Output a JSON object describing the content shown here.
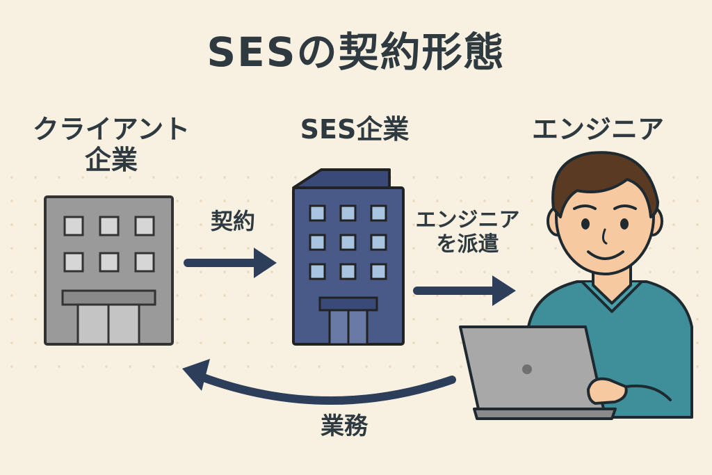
{
  "title": "SESの契約形態",
  "labels": {
    "client_line1": "クライアント",
    "client_line2": "企業",
    "ses": "SES企業",
    "engineer": "エンジニア",
    "contract": "契約",
    "dispatch_line1": "エンジニア",
    "dispatch_line2": "を派遣",
    "work": "業務"
  },
  "colors": {
    "background": "#f8f1e2",
    "text": "#2e3a40",
    "arrow": "#2c3e5a",
    "client_building": "#9a9a9a",
    "ses_building": "#4a5a88",
    "shirt": "#3f8f9a",
    "laptop": "#a8a8a8"
  }
}
